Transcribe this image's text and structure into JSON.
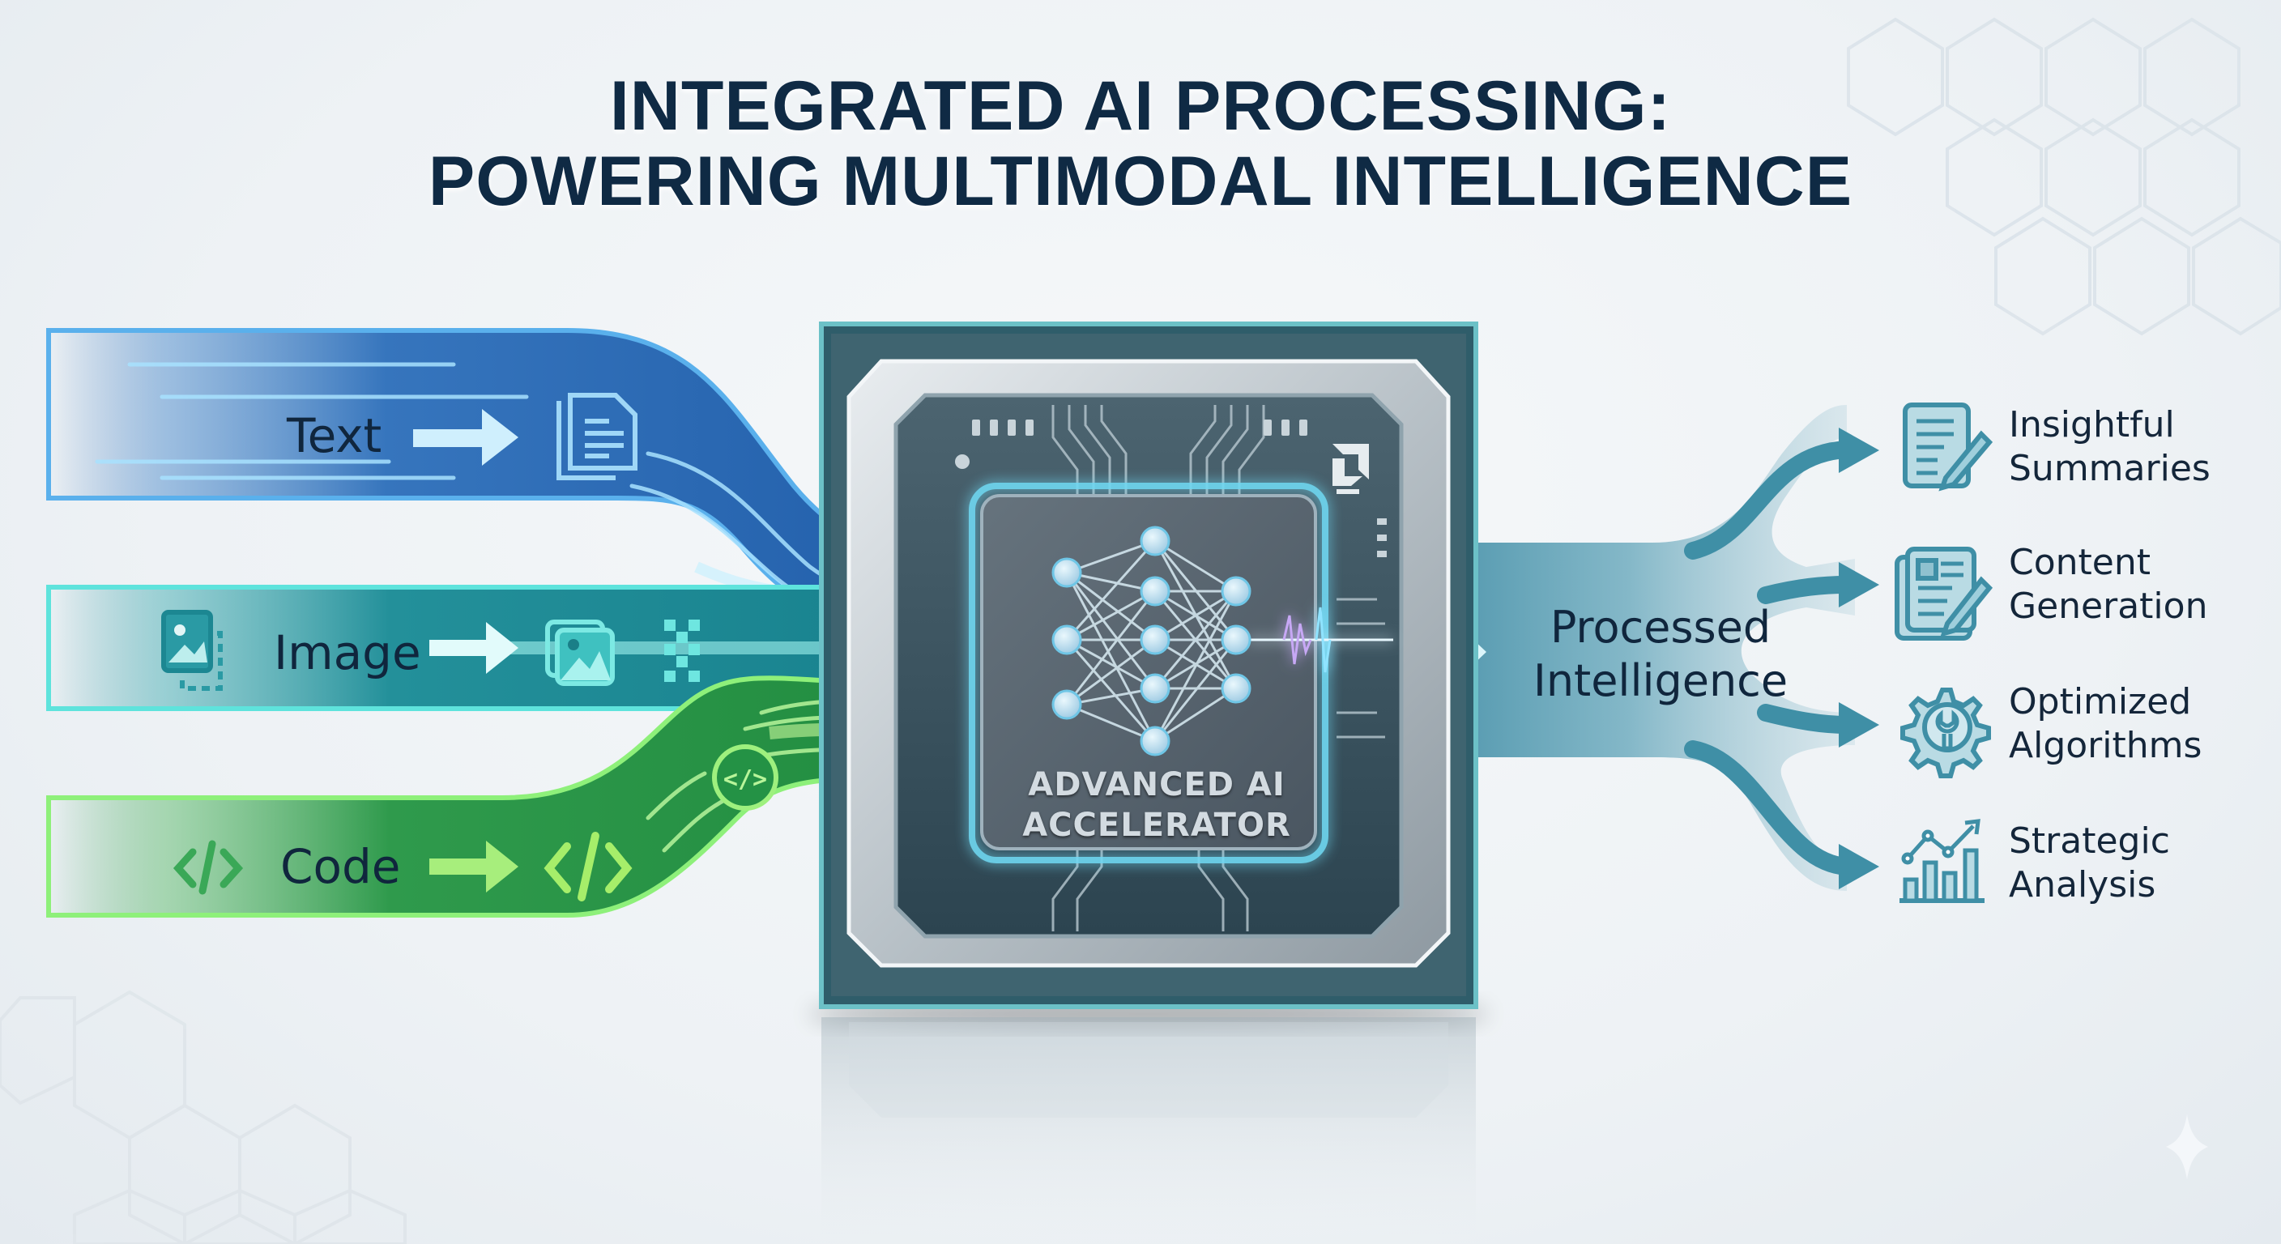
{
  "title": {
    "line1": "INTEGRATED AI PROCESSING:",
    "line2": "POWERING MULTIMODAL INTELLIGENCE"
  },
  "inputs": [
    {
      "label": "Text",
      "icon": "document-icon",
      "color": "#2f6fb8",
      "accent": "#8fd2f5"
    },
    {
      "label": "Image",
      "icon": "image-icon",
      "color": "#1f8e98",
      "accent": "#6ee6e0"
    },
    {
      "label": "Code",
      "icon": "code-icon",
      "color": "#2a9a48",
      "accent": "#9be86a"
    }
  ],
  "chip": {
    "label_line1": "ADVANCED AI",
    "label_line2": "ACCELERATOR",
    "core_color": "#4f5d68",
    "frame_color": "#2f5d6a"
  },
  "processed": {
    "line1": "Processed",
    "line2": "Intelligence",
    "color": "#3c8aa3"
  },
  "outputs": [
    {
      "line1": "Insightful",
      "line2": "Summaries",
      "icon": "document-pencil-icon"
    },
    {
      "line1": "Content",
      "line2": "Generation",
      "icon": "newspaper-pencil-icon"
    },
    {
      "line1": "Optimized",
      "line2": "Algorithms",
      "icon": "gear-wrench-icon"
    },
    {
      "line1": "Strategic",
      "line2": "Analysis",
      "icon": "bar-chart-trend-icon"
    }
  ],
  "colors": {
    "title": "#0f2a44",
    "output_icon": "#3f8fa6",
    "background": "#eef2f5"
  }
}
